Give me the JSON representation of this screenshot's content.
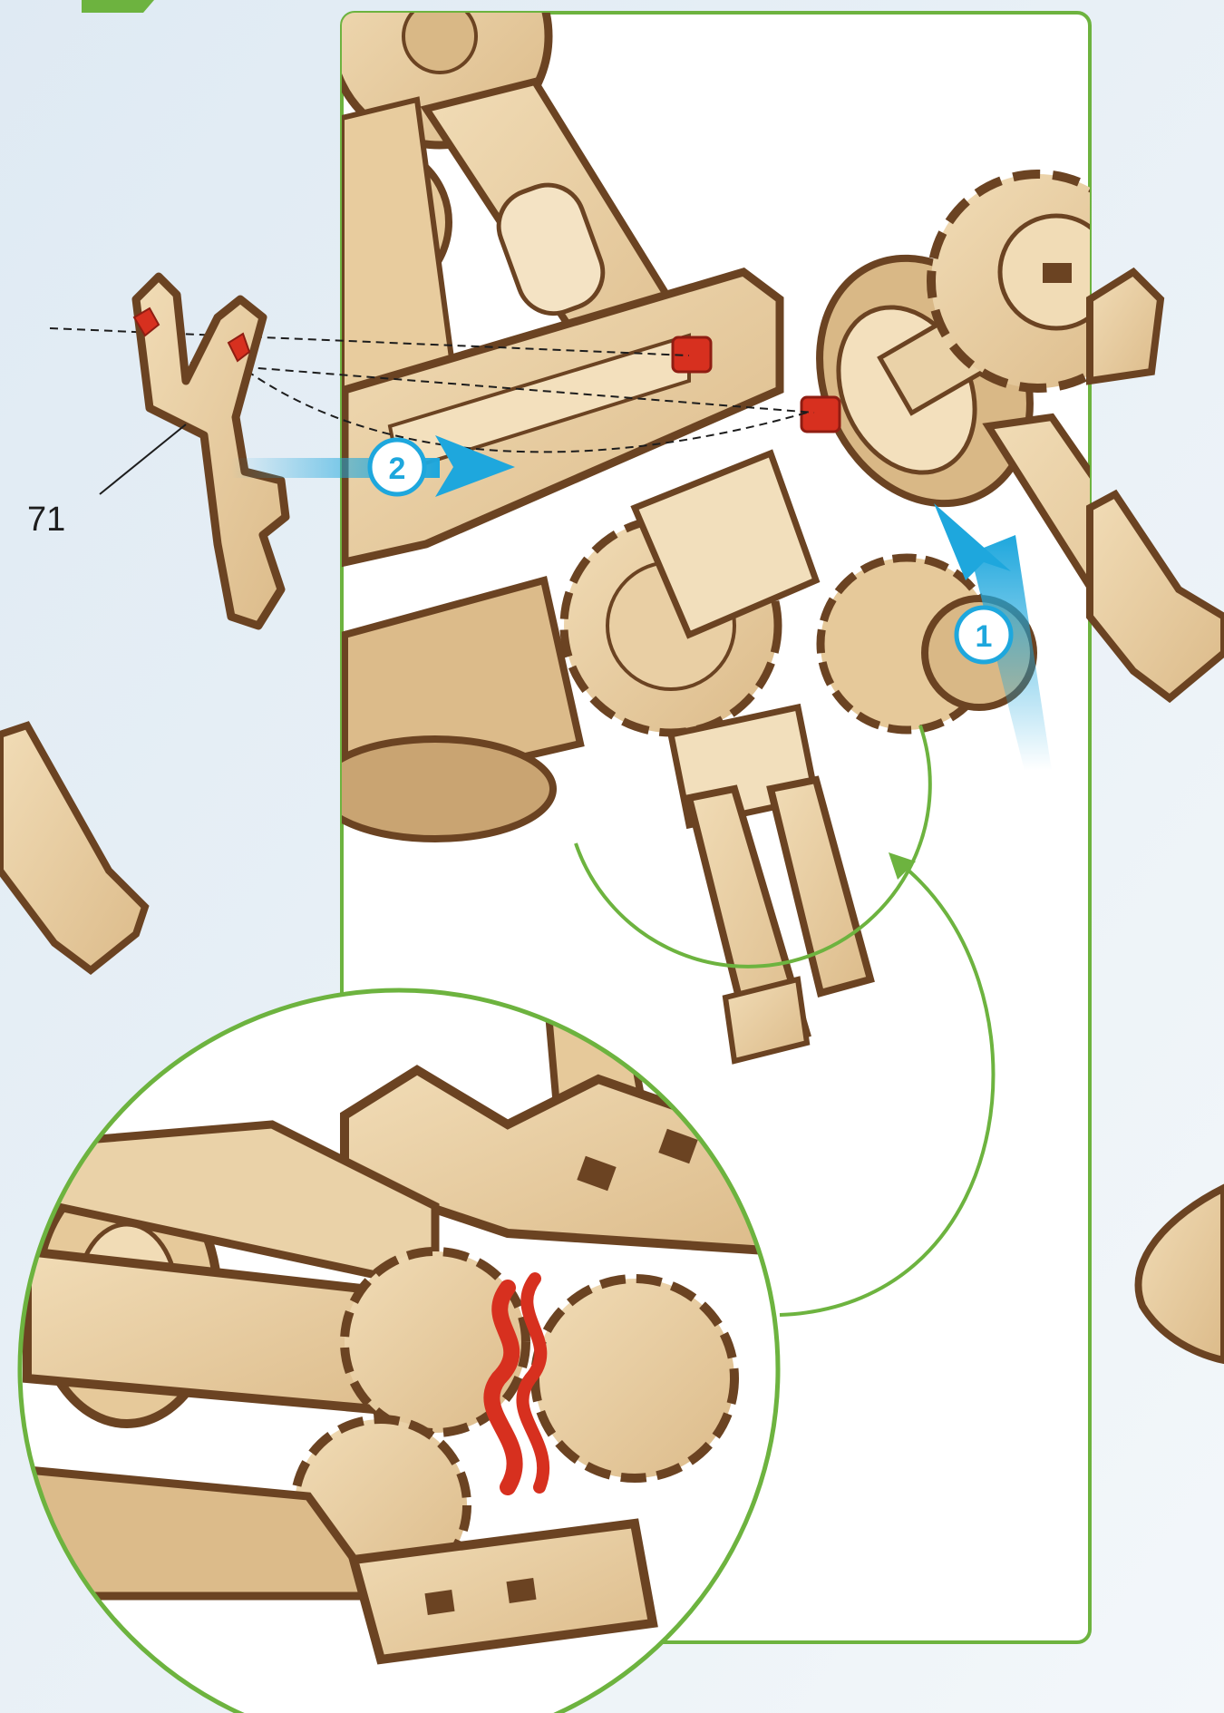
{
  "part": {
    "number": "71"
  },
  "steps": [
    {
      "number": "1"
    },
    {
      "number": "2"
    }
  ],
  "colors": {
    "background_top": "#dfeaf3",
    "background_bottom": "#f3f7fa",
    "frame": "#6db33f",
    "wood": "#e9cfa4",
    "wood_shade": "#d9b886",
    "wood_edge": "#6b4322",
    "connector": "#d7301f",
    "arrow": "#1ea7dd"
  },
  "icons": {
    "step_badge": "circled-number-icon",
    "direction_arrow": "arrow-right-icon",
    "zoom_pointer": "curved-arrow-icon"
  }
}
